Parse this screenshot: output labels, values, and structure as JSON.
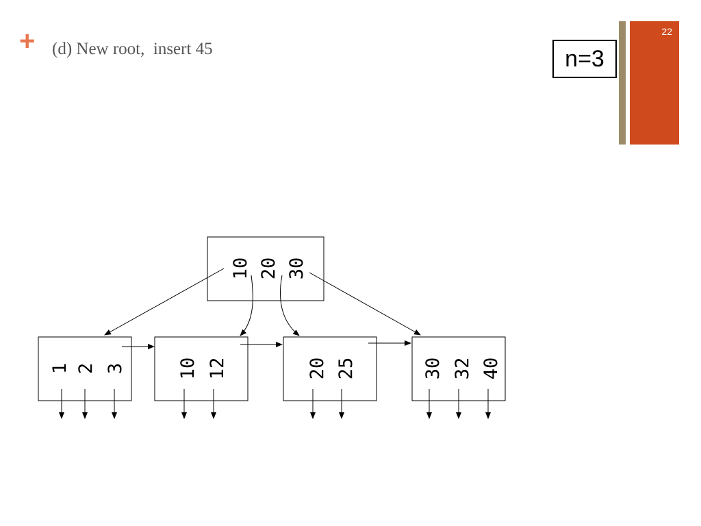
{
  "slide": {
    "title": "(d) New root,  insert 45",
    "number": "22",
    "n_label": "n=3",
    "icons": {
      "bullet": "plus-icon"
    },
    "colors": {
      "accent": "#e8774f",
      "sidebar": "#cf4a1c",
      "sidebar_line": "#9b8b68"
    }
  },
  "tree": {
    "root": {
      "keys": [
        "10",
        "20",
        "30"
      ]
    },
    "leaves": [
      {
        "keys": [
          "1",
          "2",
          "3"
        ]
      },
      {
        "keys": [
          "10",
          "12"
        ]
      },
      {
        "keys": [
          "20",
          "25"
        ]
      },
      {
        "keys": [
          "30",
          "32",
          "40"
        ]
      }
    ]
  }
}
